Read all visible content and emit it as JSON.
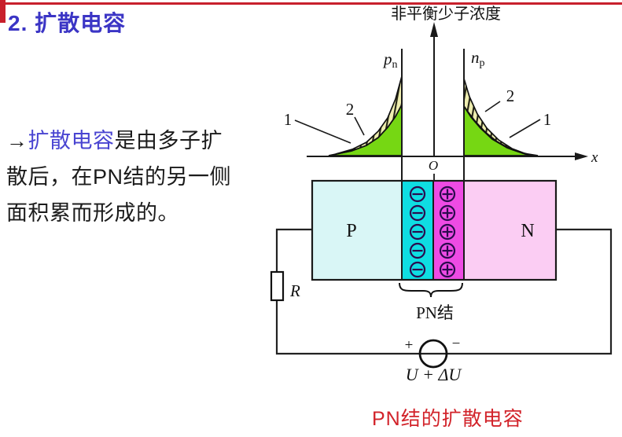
{
  "slide": {
    "title": "2. 扩散电容",
    "body": {
      "arrow": "→",
      "term": "扩散电容",
      "text": "是由多子扩散后，在PN结的另一侧面积累而形成的。"
    },
    "caption": "PN结的扩散电容",
    "colors": {
      "accent_red": "#c8202c",
      "title_blue": "#3b35c5",
      "term_blue": "#4944d1",
      "body_black": "#1b1b1b",
      "caption_red": "#d2232a"
    }
  },
  "diagram": {
    "plot": {
      "y_axis_title": "非平衡少子浓度",
      "pn_main": "p",
      "pn_sub": "n",
      "np_main": "n",
      "np_sub": "p",
      "origin": "O",
      "x_label": "x",
      "curve1": "1",
      "curve2": "2"
    },
    "block": {
      "p_label": "P",
      "n_label": "N",
      "junction_label": "PN结"
    },
    "circuit": {
      "resistor": "R",
      "plus": "+",
      "minus": "−",
      "source": "U + ΔU"
    },
    "colors": {
      "green": "#76d713",
      "hatch_fill": "#efeeb0",
      "hatch_line": "#232313",
      "p_region": "#d9f6f6",
      "n_region": "#fbcdf3",
      "neg_strip": "#0fdde2",
      "pos_strip": "#ee4be4",
      "ion_dark": "#2b0a4e",
      "line_black": "#1a1a1a"
    }
  }
}
